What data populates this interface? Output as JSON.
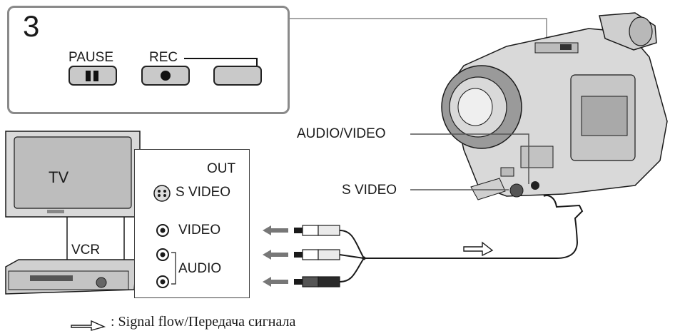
{
  "step": {
    "number": "3",
    "pause_label": "PAUSE",
    "rec_label": "REC"
  },
  "camera_labels": {
    "audio_video": "AUDIO/VIDEO",
    "s_video": "S VIDEO"
  },
  "tv_label": "TV",
  "vcr_label": "VCR",
  "out_panel": {
    "title": "OUT",
    "s_video": "S VIDEO",
    "video": "VIDEO",
    "audio": "AUDIO"
  },
  "legend": {
    "text": ": Signal flow/Передача сигнала"
  },
  "colors": {
    "frame_gray": "#8a8a8a",
    "button_fill": "#c9c9c9",
    "device_fill": "#d9d9d9",
    "screen_fill": "#bdbdbd",
    "line": "#1a1a1a"
  }
}
